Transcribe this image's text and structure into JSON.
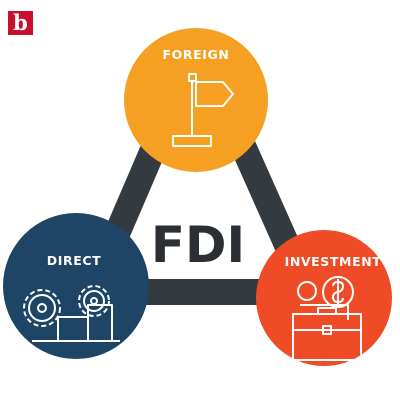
{
  "brand": {
    "logo_letter": "b"
  },
  "diagram": {
    "center_label": "FDI",
    "nodes": {
      "foreign": {
        "label": "FOREIGN",
        "color": "#f5a023"
      },
      "direct": {
        "label": "DIRECT",
        "color": "#1e4566"
      },
      "investment": {
        "label": "INVESTMENT",
        "color": "#ef4b26"
      }
    },
    "connector_color": "#333b40",
    "line_art_color": "#ffffff",
    "icons": [
      "signpost-icon",
      "gears-icon",
      "briefcase-money-icon"
    ]
  },
  "colors": {
    "logo_red": "#c8102e",
    "text_dark": "#2b2f33",
    "background": "#ffffff"
  }
}
